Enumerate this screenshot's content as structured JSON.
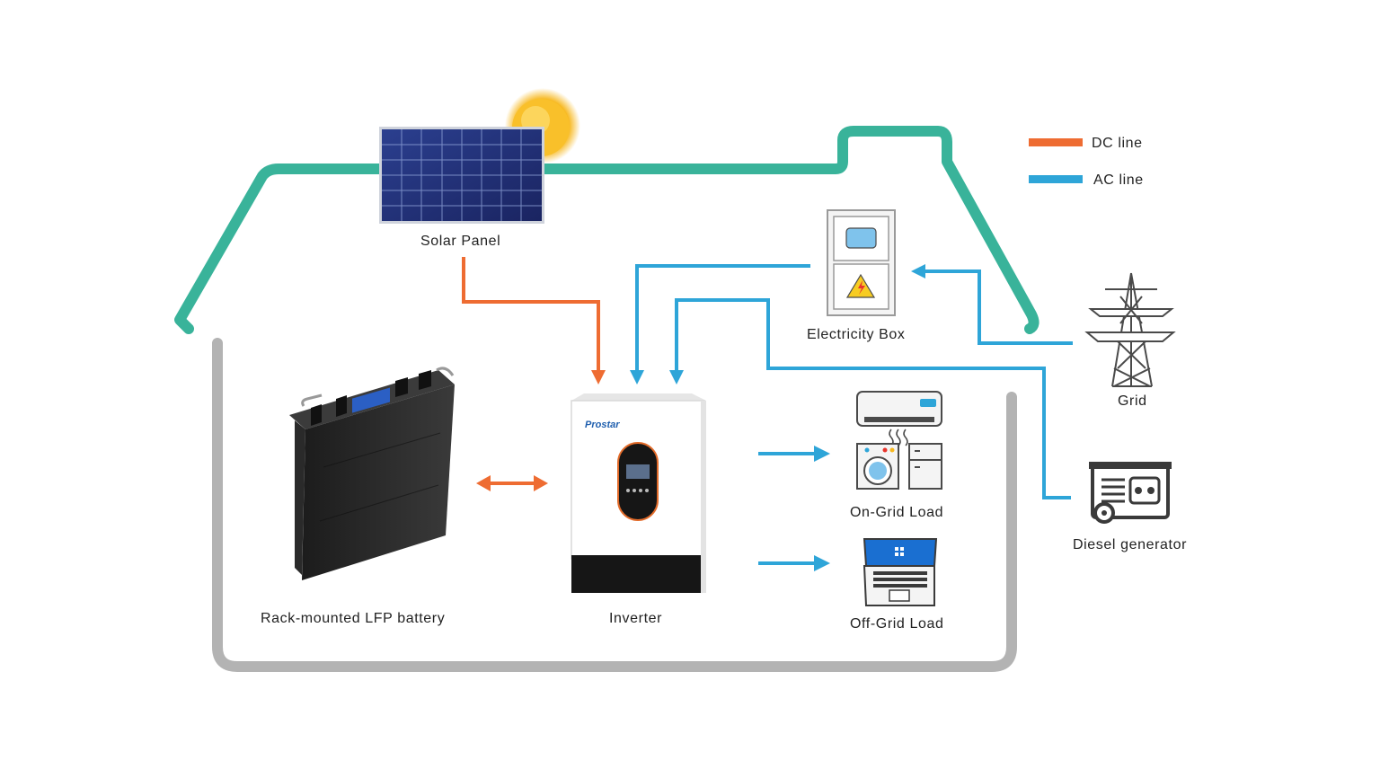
{
  "legend": {
    "dc": {
      "label": "DC line",
      "color": "#ee6c32"
    },
    "ac": {
      "label": "AC line",
      "color": "#2ea5d8"
    }
  },
  "colors": {
    "roof": "#39b39a",
    "floor": "#b3b3b3",
    "dc_line": "#ee6c32",
    "ac_line": "#2ea5d8"
  },
  "components": {
    "solar_panel": {
      "label": "Solar Panel",
      "icon": "solar-panel-icon"
    },
    "sun": {
      "icon": "sun-icon"
    },
    "electricity_box": {
      "label": "Electricity Box",
      "icon": "electricity-box-icon"
    },
    "grid": {
      "label": "Grid",
      "icon": "power-tower-icon"
    },
    "diesel_generator": {
      "label": "Diesel generator",
      "icon": "generator-icon"
    },
    "battery": {
      "label": "Rack-mounted LFP battery",
      "icon": "battery-icon"
    },
    "inverter": {
      "label": "Inverter",
      "brand": "Prostar",
      "icon": "inverter-icon"
    },
    "on_grid_load": {
      "label": "On-Grid Load",
      "icon": "appliances-icon"
    },
    "off_grid_load": {
      "label": "Off-Grid Load",
      "icon": "laptop-icon"
    }
  }
}
